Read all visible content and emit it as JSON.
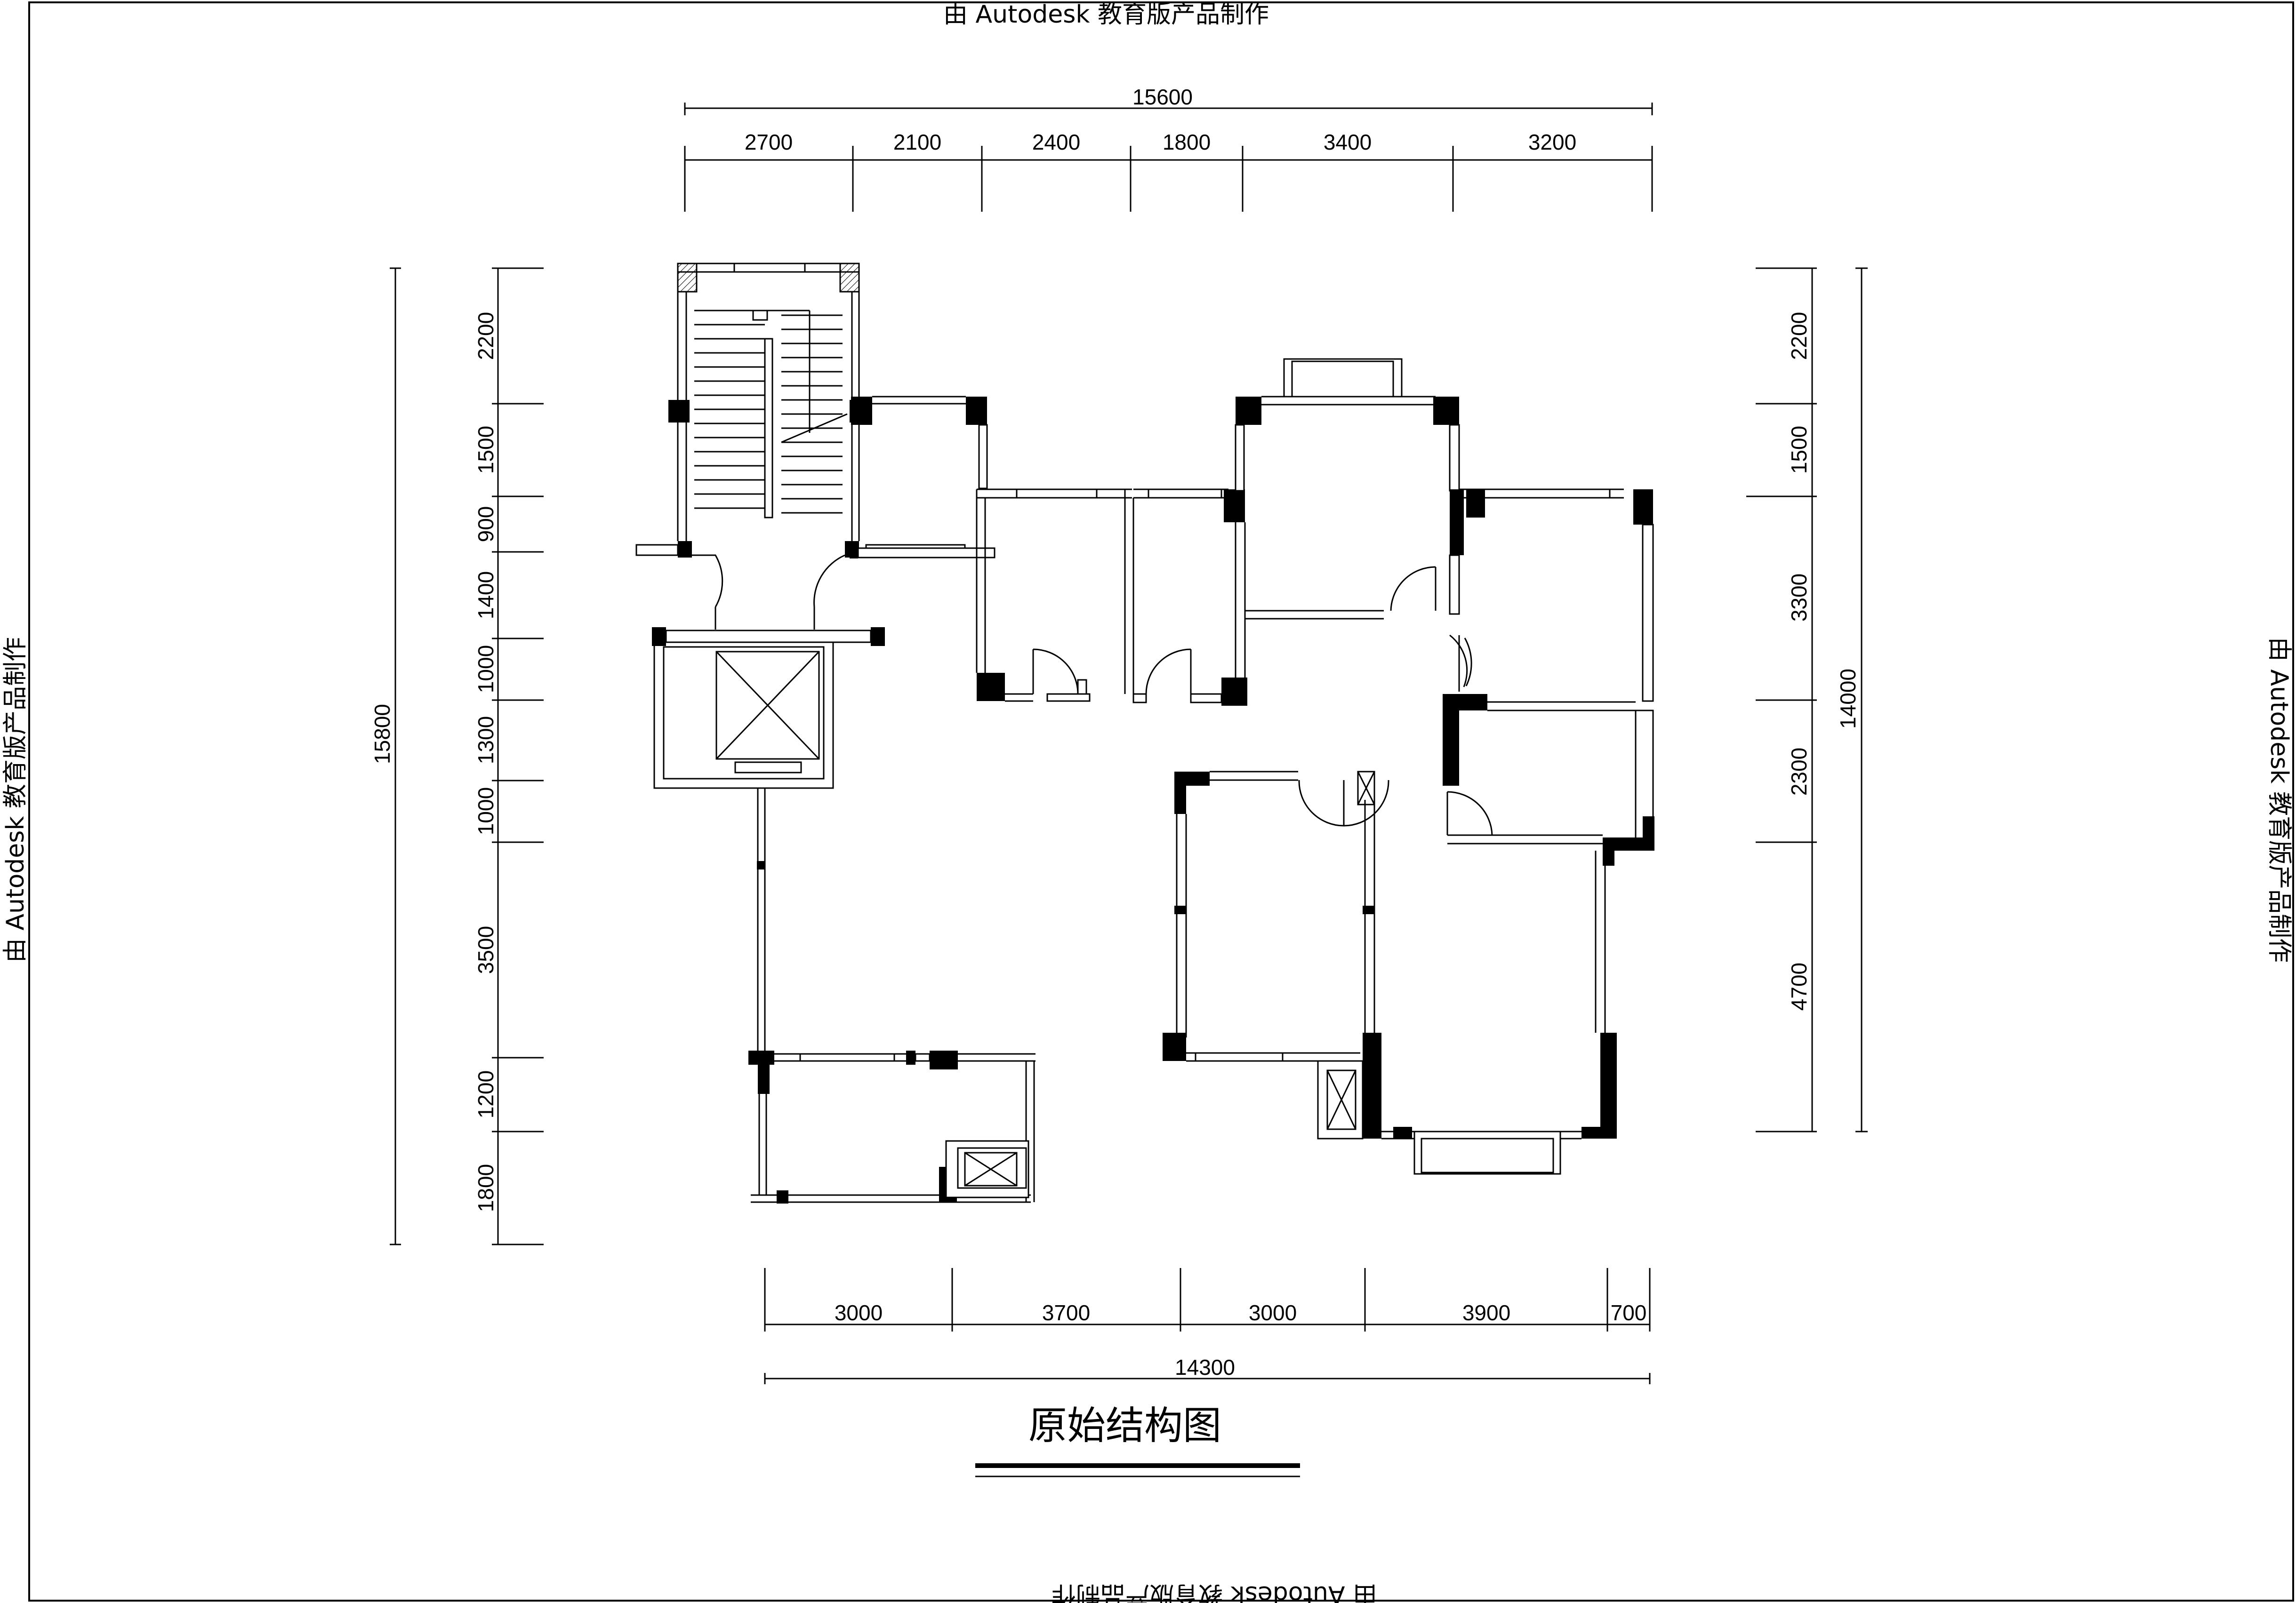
{
  "watermark": {
    "top": "由 Autodesk 教育版产品制作",
    "bottom": "由 Autodesk 教育版产品制作",
    "left": "由 Autodesk 教育版产品制作",
    "right": "由 Autodesk 教育版产品制作"
  },
  "title": "原始结构图",
  "dimensions": {
    "top_total": "15600",
    "top_segments": [
      "2700",
      "2100",
      "2400",
      "1800",
      "3400",
      "3200"
    ],
    "bottom_segments": [
      "3000",
      "3700",
      "3000",
      "3900",
      "700"
    ],
    "bottom_total": "14300",
    "left_total": "15800",
    "left_segments": [
      "2200",
      "1500",
      "900",
      "1400",
      "1000",
      "1300",
      "1000",
      "3500",
      "1200",
      "1800"
    ],
    "right_total": "14000",
    "right_segments": [
      "2200",
      "1500",
      "3300",
      "2300",
      "4700"
    ]
  }
}
